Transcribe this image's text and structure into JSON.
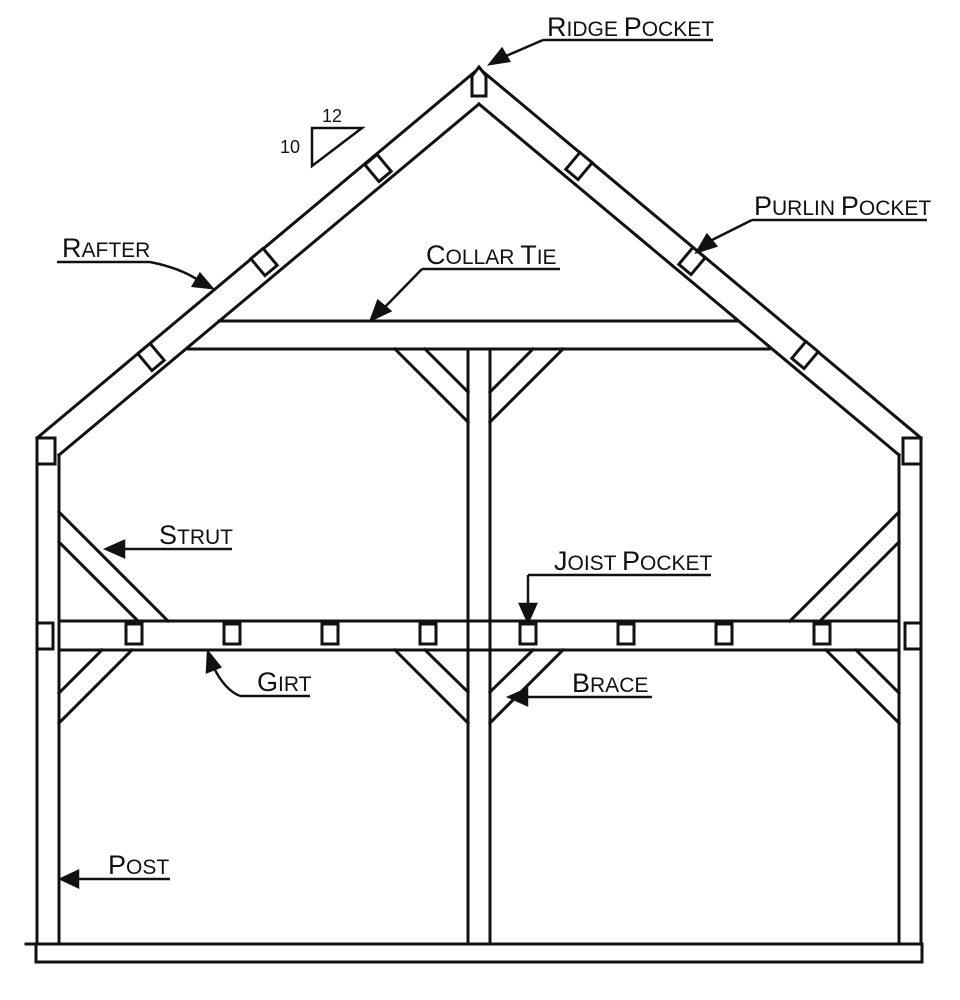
{
  "labels": {
    "ridge_pocket": {
      "first": "R",
      "rest": "IDGE ",
      "first2": "P",
      "rest2": "OCKET"
    },
    "purlin_pocket": {
      "first": "P",
      "rest": "URLIN ",
      "first2": "P",
      "rest2": "OCKET"
    },
    "rafter": {
      "first": "R",
      "rest": "AFTER"
    },
    "collar_tie": {
      "first": "C",
      "rest": "OLLAR ",
      "first2": "T",
      "rest2": "IE"
    },
    "strut": {
      "first": "S",
      "rest": "TRUT"
    },
    "joist_pocket": {
      "first": "J",
      "rest": "OIST ",
      "first2": "P",
      "rest2": "OCKET"
    },
    "girt": {
      "first": "G",
      "rest": "IRT"
    },
    "brace": {
      "first": "B",
      "rest": "RACE"
    },
    "post": {
      "first": "P",
      "rest": "OST"
    }
  },
  "pitch": {
    "run": "12",
    "rise": "10"
  },
  "colors": {
    "line": "#111111",
    "background": "#ffffff"
  }
}
